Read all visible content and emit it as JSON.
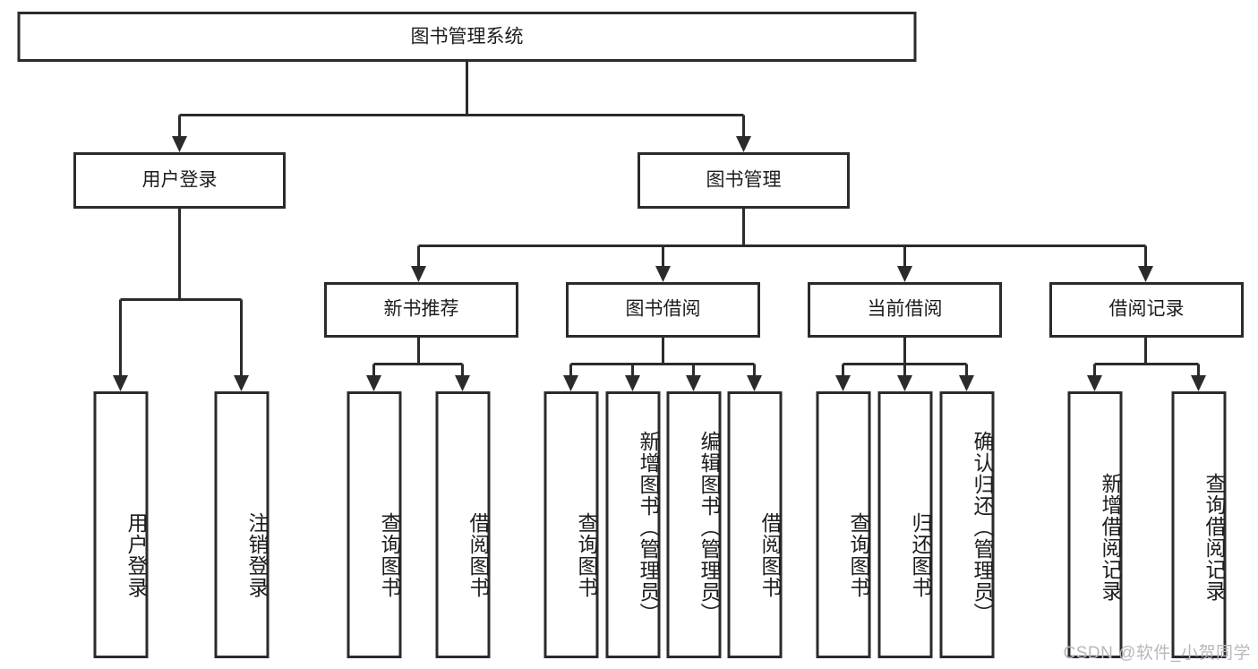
{
  "diagram": {
    "type": "tree-hierarchy",
    "title": "图书管理系统功能结构图",
    "orientation": "top-down",
    "root": {
      "id": "root",
      "label": "图书管理系统",
      "text_orientation": "horizontal"
    },
    "level1": [
      {
        "id": "user-login",
        "label": "用户登录",
        "text_orientation": "horizontal"
      },
      {
        "id": "book-manage",
        "label": "图书管理",
        "text_orientation": "horizontal"
      }
    ],
    "level2": [
      {
        "id": "new-book-rec",
        "label": "新书推荐",
        "parent": "book-manage",
        "text_orientation": "horizontal"
      },
      {
        "id": "book-borrow",
        "label": "图书借阅",
        "parent": "book-manage",
        "text_orientation": "horizontal"
      },
      {
        "id": "current-borrow",
        "label": "当前借阅",
        "parent": "book-manage",
        "text_orientation": "horizontal"
      },
      {
        "id": "borrow-record",
        "label": "借阅记录",
        "parent": "book-manage",
        "text_orientation": "horizontal"
      }
    ],
    "leaves": [
      {
        "id": "leaf-user-login",
        "label": "用户登录",
        "parent": "user-login",
        "text_orientation": "vertical"
      },
      {
        "id": "leaf-user-logout",
        "label": "注销登录",
        "parent": "user-login",
        "text_orientation": "vertical"
      },
      {
        "id": "leaf-query-book-1",
        "label": "查询图书",
        "parent": "new-book-rec",
        "text_orientation": "vertical"
      },
      {
        "id": "leaf-borrow-book-1",
        "label": "借阅图书",
        "parent": "new-book-rec",
        "text_orientation": "vertical"
      },
      {
        "id": "leaf-query-book-2",
        "label": "查询图书",
        "parent": "book-borrow",
        "text_orientation": "vertical"
      },
      {
        "id": "leaf-add-book",
        "label": "新增图书（管理员）",
        "parent": "book-borrow",
        "text_orientation": "vertical"
      },
      {
        "id": "leaf-edit-book",
        "label": "编辑图书（管理员）",
        "parent": "book-borrow",
        "text_orientation": "vertical"
      },
      {
        "id": "leaf-borrow-book-2",
        "label": "借阅图书",
        "parent": "book-borrow",
        "text_orientation": "vertical"
      },
      {
        "id": "leaf-query-book-3",
        "label": "查询图书",
        "parent": "current-borrow",
        "text_orientation": "vertical"
      },
      {
        "id": "leaf-return-book",
        "label": "归还图书",
        "parent": "current-borrow",
        "text_orientation": "vertical"
      },
      {
        "id": "leaf-confirm-return",
        "label": "确认归还（管理员）",
        "parent": "current-borrow",
        "text_orientation": "vertical"
      },
      {
        "id": "leaf-add-record",
        "label": "新增借阅记录",
        "parent": "borrow-record",
        "text_orientation": "vertical"
      },
      {
        "id": "leaf-query-record",
        "label": "查询借阅记录",
        "parent": "borrow-record",
        "text_orientation": "vertical"
      }
    ],
    "colors": {
      "box_fill": "#ffffff",
      "box_stroke": "#2b2b2b",
      "text": "#1d1d1d",
      "background": "#ffffff",
      "watermark": "#b8b8b8"
    }
  },
  "watermark": {
    "text": "CSDN @软件_小贺同学"
  }
}
